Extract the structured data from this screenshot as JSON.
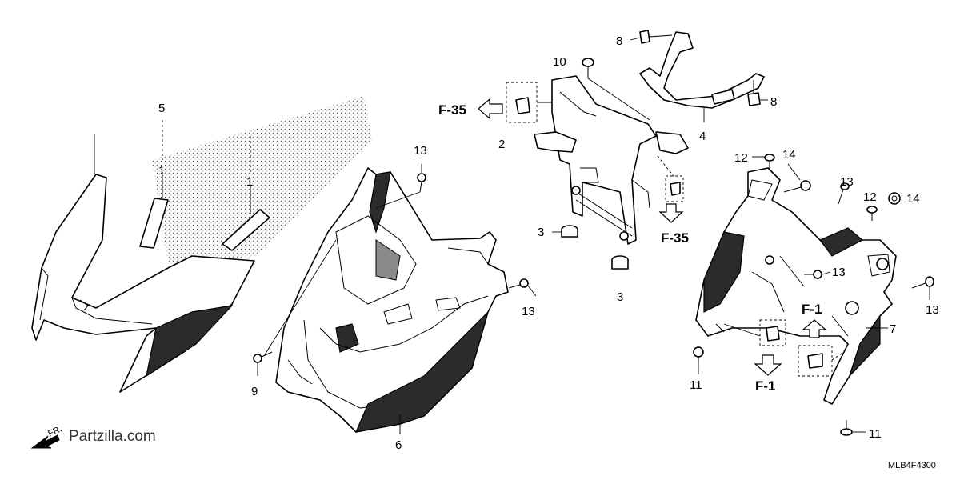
{
  "callouts": {
    "c1a": "1",
    "c1b": "1",
    "c2": "2",
    "c3a": "3",
    "c3b": "3",
    "c4": "4",
    "c5": "5",
    "c6": "6",
    "c7": "7",
    "c8a": "8",
    "c8b": "8",
    "c9": "9",
    "c10": "10",
    "c11a": "11",
    "c11b": "11",
    "c12a": "12",
    "c12b": "12",
    "c13a": "13",
    "c13b": "13",
    "c13c": "13",
    "c13d": "13",
    "c13e": "13",
    "c14a": "14",
    "c14b": "14"
  },
  "refs": {
    "f35a": "F-35",
    "f35b": "F-35",
    "f1a": "F-1",
    "f1b": "F-1"
  },
  "watermark": "Partzilla.com",
  "front_label": "FR.",
  "diagram_code": "MLB4F4300"
}
